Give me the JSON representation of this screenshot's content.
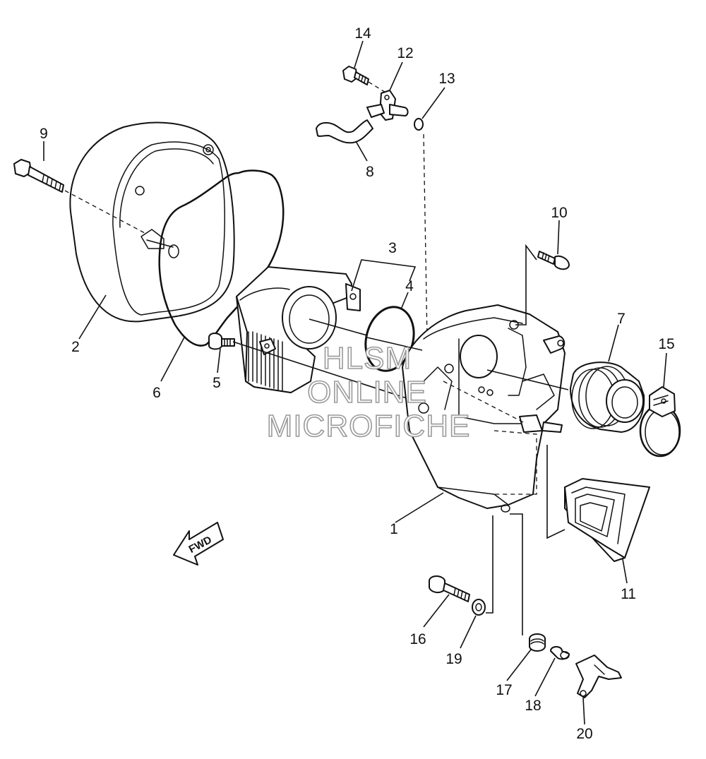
{
  "watermark": [
    "HLSM",
    "ONLINE",
    "MICROFICHE"
  ],
  "direction_arrow": "FWD",
  "callouts": [
    "1",
    "2",
    "3",
    "4",
    "5",
    "6",
    "7",
    "8",
    "9",
    "10",
    "11",
    "12",
    "13",
    "14",
    "15",
    "16",
    "17",
    "18",
    "19",
    "20"
  ]
}
